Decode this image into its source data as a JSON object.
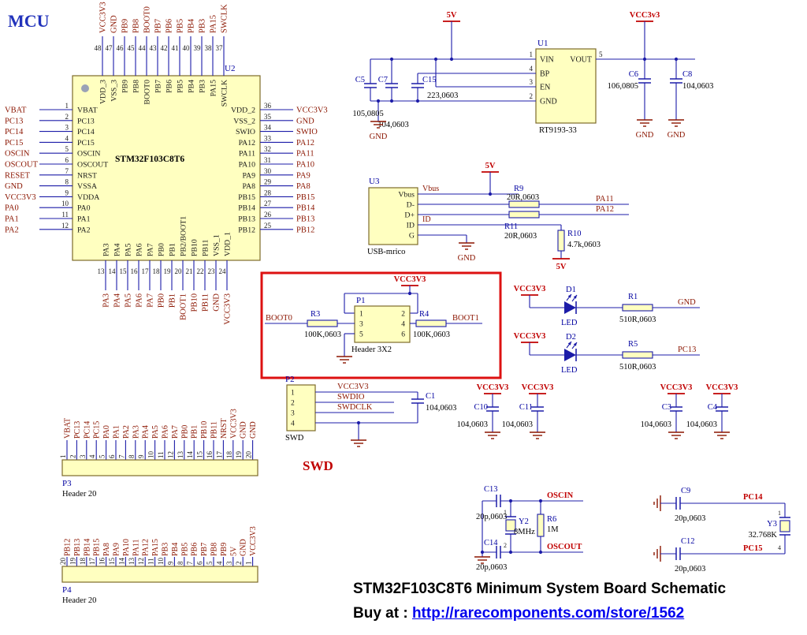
{
  "meta": {
    "section_label": "MCU",
    "title": "STM32F103C8T6 Minimum System Board Schematic",
    "buy_prefix": "Buy at : ",
    "buy_link_text": "http://rarecomponents.com/store/1562"
  },
  "colors": {
    "wire": "#1c1ca8",
    "body_fill": "#ffffc0",
    "body_stroke": "#7d6a2a",
    "net": "#8b1500",
    "power": "#c00000",
    "designator": "#0000a0",
    "value": "#000000",
    "pin": "#1a1a1a",
    "gnd": "#8b1500",
    "highlight": "#dd1111",
    "mcu_label": "#2233bb",
    "pin1_dot": "#9aa2b6"
  },
  "mcu": {
    "designator": "U2",
    "part": "STM32F103C8T6",
    "left_pins": [
      {
        "num": "1",
        "name": "VBAT",
        "net": "VBAT"
      },
      {
        "num": "2",
        "name": "PC13",
        "net": "PC13"
      },
      {
        "num": "3",
        "name": "PC14",
        "net": "PC14"
      },
      {
        "num": "4",
        "name": "PC15",
        "net": "PC15"
      },
      {
        "num": "5",
        "name": "OSCIN",
        "net": "OSCIN"
      },
      {
        "num": "6",
        "name": "OSCOUT",
        "net": "OSCOUT"
      },
      {
        "num": "7",
        "name": "NRST",
        "net": "RESET"
      },
      {
        "num": "8",
        "name": "VSSA",
        "net": "GND"
      },
      {
        "num": "9",
        "name": "VDDA",
        "net": "VCC3V3"
      },
      {
        "num": "10",
        "name": "PA0",
        "net": "PA0"
      },
      {
        "num": "11",
        "name": "PA1",
        "net": "PA1"
      },
      {
        "num": "12",
        "name": "PA2",
        "net": "PA2"
      }
    ],
    "top_pins": [
      {
        "num": "48",
        "name": "VDD_3",
        "net": "VCC3V3"
      },
      {
        "num": "47",
        "name": "VSS_3",
        "net": "GND"
      },
      {
        "num": "46",
        "name": "PB9",
        "net": "PB9"
      },
      {
        "num": "45",
        "name": "PB8",
        "net": "PB8"
      },
      {
        "num": "44",
        "name": "BOOT0",
        "net": "BOOT0"
      },
      {
        "num": "43",
        "name": "PB7",
        "net": "PB7"
      },
      {
        "num": "42",
        "name": "PB6",
        "net": "PB6"
      },
      {
        "num": "41",
        "name": "PB5",
        "net": "PB5"
      },
      {
        "num": "40",
        "name": "PB4",
        "net": "PB4"
      },
      {
        "num": "39",
        "name": "PB3",
        "net": "PB3"
      },
      {
        "num": "38",
        "name": "PA15",
        "net": "PA15"
      },
      {
        "num": "37",
        "name": "SWCLK",
        "net": "SWCLK"
      }
    ],
    "right_pins": [
      {
        "num": "36",
        "name": "VDD_2",
        "net": "VCC3V3"
      },
      {
        "num": "35",
        "name": "VSS_2",
        "net": "GND"
      },
      {
        "num": "34",
        "name": "SWIO",
        "net": "SWIO"
      },
      {
        "num": "33",
        "name": "PA12",
        "net": "PA12"
      },
      {
        "num": "32",
        "name": "PA11",
        "net": "PA11"
      },
      {
        "num": "31",
        "name": "PA10",
        "net": "PA10"
      },
      {
        "num": "30",
        "name": "PA9",
        "net": "PA9"
      },
      {
        "num": "29",
        "name": "PA8",
        "net": "PA8"
      },
      {
        "num": "28",
        "name": "PB15",
        "net": "PB15"
      },
      {
        "num": "27",
        "name": "PB14",
        "net": "PB14"
      },
      {
        "num": "26",
        "name": "PB13",
        "net": "PB13"
      },
      {
        "num": "25",
        "name": "PB12",
        "net": "PB12"
      }
    ],
    "bottom_pins": [
      {
        "num": "13",
        "name": "PA3",
        "net": "PA3"
      },
      {
        "num": "14",
        "name": "PA4",
        "net": "PA4"
      },
      {
        "num": "15",
        "name": "PA5",
        "net": "PA5"
      },
      {
        "num": "16",
        "name": "PA6",
        "net": "PA6"
      },
      {
        "num": "17",
        "name": "PA7",
        "net": "PA7"
      },
      {
        "num": "18",
        "name": "PB0",
        "net": "PB0"
      },
      {
        "num": "19",
        "name": "PB1",
        "net": "PB1"
      },
      {
        "num": "20",
        "name": "PB2/BOOT1",
        "net": "BOOT1"
      },
      {
        "num": "21",
        "name": "PB10",
        "net": "PB10"
      },
      {
        "num": "22",
        "name": "PB11",
        "net": "PB11"
      },
      {
        "num": "23",
        "name": "VSS_1",
        "net": "GND"
      },
      {
        "num": "24",
        "name": "VDD_1",
        "net": "VCC3V3"
      }
    ]
  },
  "regulator": {
    "designator": "U1",
    "part": "RT9193-33",
    "input_port": "5V",
    "output_port": "VCC3v3",
    "pins": [
      {
        "num": "1",
        "name": "VIN"
      },
      {
        "num": "4",
        "name": "BP"
      },
      {
        "num": "3",
        "name": "EN"
      },
      {
        "num": "2",
        "name": "GND"
      },
      {
        "num": "5",
        "name": "VOUT"
      }
    ],
    "caps": [
      {
        "designator": "C5",
        "value": "105,0805"
      },
      {
        "designator": "C7",
        "value": "104,0603"
      },
      {
        "designator": "C15",
        "value": "223,0603"
      },
      {
        "designator": "C6",
        "value": "106,0805"
      },
      {
        "designator": "C8",
        "value": "104,0603"
      }
    ],
    "gnd_label": "GND"
  },
  "usb": {
    "designator": "U3",
    "part": "USB-mrico",
    "pins": [
      "Vbus",
      "D-",
      "D+",
      "ID",
      "G"
    ],
    "vbus_net": "Vbus",
    "id_net": "ID",
    "port": "5V",
    "pullup_port": "5V",
    "r9": {
      "designator": "R9",
      "value": "20R,0603"
    },
    "r11": {
      "designator": "R11",
      "value": "20R,0603"
    },
    "r10": {
      "designator": "R10",
      "value": "4.7k,0603"
    },
    "net_upper": "PA11",
    "net_lower": "PA12",
    "gnd_label": "GND"
  },
  "boot": {
    "designator": "P1",
    "part": "Header 3X2",
    "pin_numbers": [
      "1",
      "2",
      "3",
      "4",
      "5",
      "6"
    ],
    "port": "VCC3V3",
    "r3": {
      "designator": "R3",
      "value": "100K,0603"
    },
    "r4": {
      "designator": "R4",
      "value": "100K,0603"
    },
    "net_left": "BOOT0",
    "net_right": "BOOT1"
  },
  "leds": [
    {
      "designator": "D1",
      "part": "LED",
      "port": "VCC3V3",
      "res": {
        "designator": "R1",
        "value": "510R,0603"
      },
      "net": "GND"
    },
    {
      "designator": "D2",
      "part": "LED",
      "port": "VCC3V3",
      "res": {
        "designator": "R5",
        "value": "510R,0603"
      },
      "net": "PC13"
    }
  ],
  "swd": {
    "designator": "P2",
    "part": "SWD",
    "big_label": "SWD",
    "pin_numbers": [
      "1",
      "2",
      "3",
      "4"
    ],
    "nets": [
      "VCC3V3",
      "SWDIO",
      "SWDCLK"
    ],
    "cap": {
      "designator": "C1",
      "value": "104,0603"
    }
  },
  "decoupling": {
    "port": "VCC3V3",
    "caps": [
      {
        "designator": "C10",
        "value": "104,0603"
      },
      {
        "designator": "C11",
        "value": "104,0603"
      },
      {
        "designator": "C3",
        "value": "104,0603"
      },
      {
        "designator": "C4",
        "value": "104,0603"
      }
    ]
  },
  "xtal_main": {
    "designator": "Y2",
    "freq": "8MHz",
    "res": {
      "designator": "R6",
      "value": "1M"
    },
    "cap_top": {
      "designator": "C13",
      "value": "20p,0603"
    },
    "cap_bottom": {
      "designator": "C14",
      "value": "20p,0603"
    },
    "net_top": "OSCIN",
    "net_bottom": "OSCOUT",
    "pin_top": "1",
    "pin_bottom": "2"
  },
  "xtal_rtc": {
    "designator": "Y3",
    "freq": "32.768K",
    "cap_top": {
      "designator": "C9",
      "value": "20p,0603"
    },
    "cap_bottom": {
      "designator": "C12",
      "value": "20p,0603"
    },
    "net_top": "PC14",
    "net_bottom": "PC15",
    "pin_top": "1",
    "pin_bottom": "4"
  },
  "p3": {
    "designator": "P3",
    "part": "Header 20",
    "pin_numbers": [
      "1",
      "2",
      "3",
      "4",
      "5",
      "6",
      "7",
      "8",
      "9",
      "10",
      "11",
      "12",
      "13",
      "14",
      "15",
      "16",
      "17",
      "18",
      "19",
      "20"
    ],
    "nets": [
      "VBAT",
      "PC13",
      "PC14",
      "PC15",
      "PA0",
      "PA1",
      "PA2",
      "PA3",
      "PA4",
      "PA5",
      "PA6",
      "PA7",
      "PB0",
      "PB1",
      "PB10",
      "PB11",
      "NRST",
      "VCC3V3",
      "GND",
      "GND"
    ]
  },
  "p4": {
    "designator": "P4",
    "part": "Header 20",
    "pin_numbers": [
      "20",
      "19",
      "18",
      "17",
      "16",
      "15",
      "14",
      "13",
      "12",
      "11",
      "10",
      "9",
      "8",
      "7",
      "6",
      "5",
      "4",
      "3",
      "2",
      "1"
    ],
    "nets": [
      "PB12",
      "PB13",
      "PB14",
      "PB15",
      "PA8",
      "PA9",
      "PA10",
      "PA11",
      "PA12",
      "PA15",
      "PB3",
      "PB4",
      "PB5",
      "PB6",
      "PB7",
      "PB8",
      "PB9",
      "5V",
      "GND",
      "VCC3V3"
    ]
  }
}
